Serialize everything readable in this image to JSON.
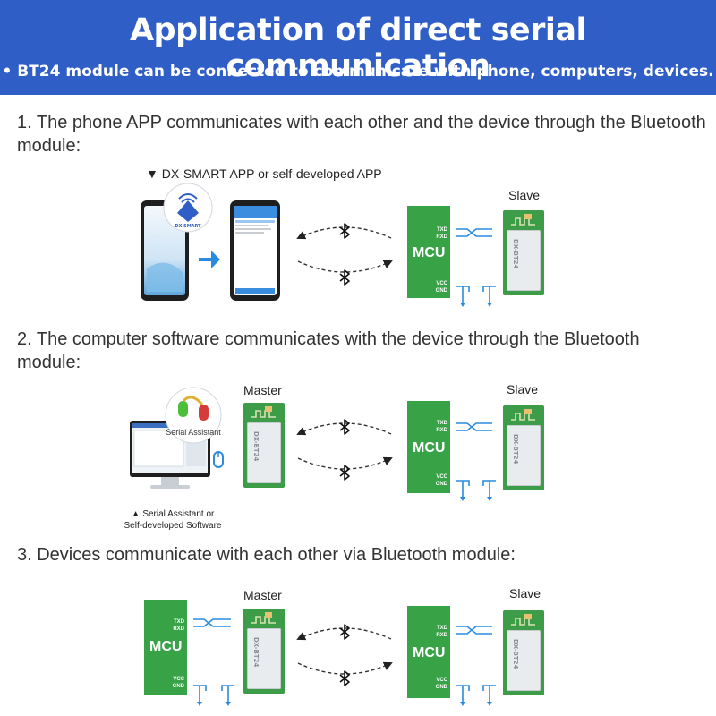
{
  "banner": {
    "title": "Application of direct serial communication",
    "subtitle": "• BT24 module can be connected to communicate with phone, computers, devices."
  },
  "sections": [
    {
      "heading": "1. The phone APP communicates with each other and the device through the Bluetooth module:",
      "app_caption": "▼ DX-SMART APP or self-developed APP",
      "slave_label": "Slave",
      "app_logo_text": "DX-SMART"
    },
    {
      "heading": "2. The computer software communicates with the device through the Bluetooth module:",
      "master_label": "Master",
      "slave_label": "Slave",
      "assistant_label": "Serial Assistant",
      "pc_caption_line1": "▲ Serial Assistant or",
      "pc_caption_line2": "Self-developed Software"
    },
    {
      "heading": "3. Devices communicate with each other via Bluetooth module:",
      "master_label": "Master",
      "slave_label": "Slave"
    }
  ],
  "mcu": {
    "label": "MCU",
    "txd": "TXD",
    "rxd": "RXD",
    "vcc": "VCC",
    "gnd": "GND"
  },
  "module_text": "DX-BT24",
  "colors": {
    "banner": "#2f5fc6",
    "mcu_green": "#37a346",
    "module_green": "#3c9c48",
    "arrow_blue": "#2a8be0"
  },
  "icons": [
    "bluetooth-icon",
    "phone-icon",
    "monitor-icon",
    "mouse-icon",
    "arrow-right-icon"
  ]
}
